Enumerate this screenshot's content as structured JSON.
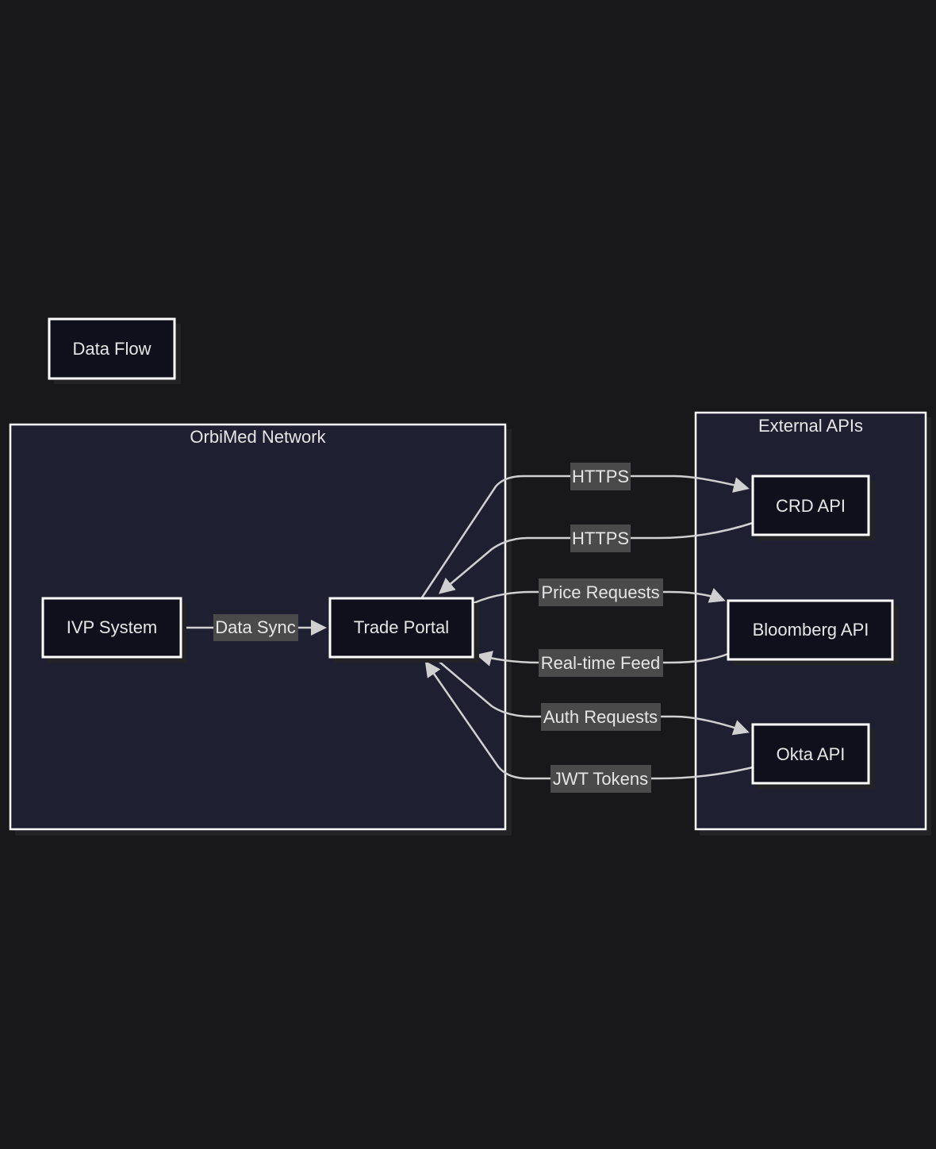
{
  "legend": {
    "label": "Data Flow"
  },
  "groups": {
    "internal": {
      "title": "OrbiMed Network"
    },
    "external": {
      "title": "External APIs"
    }
  },
  "nodes": {
    "ivp": "IVP System",
    "portal": "Trade Portal",
    "crd": "CRD API",
    "bloomberg": "Bloomberg API",
    "okta": "Okta API"
  },
  "edges": [
    {
      "from": "IVP System",
      "to": "Trade Portal",
      "label": "Data Sync"
    },
    {
      "from": "Trade Portal",
      "to": "CRD API",
      "label": "HTTPS"
    },
    {
      "from": "CRD API",
      "to": "Trade Portal",
      "label": "HTTPS"
    },
    {
      "from": "Trade Portal",
      "to": "Bloomberg API",
      "label": "Price Requests"
    },
    {
      "from": "Bloomberg API",
      "to": "Trade Portal",
      "label": "Real-time Feed"
    },
    {
      "from": "Trade Portal",
      "to": "Okta API",
      "label": "Auth Requests"
    },
    {
      "from": "Okta API",
      "to": "Trade Portal",
      "label": "JWT Tokens"
    }
  ],
  "colors": {
    "background": "#18181a",
    "group_fill": "#1f1f32",
    "node_fill": "#10101c",
    "stroke": "#ffffff",
    "edge": "#d0d0d0",
    "label_bg": "#4a4a4a",
    "text": "#e6e6e6"
  }
}
